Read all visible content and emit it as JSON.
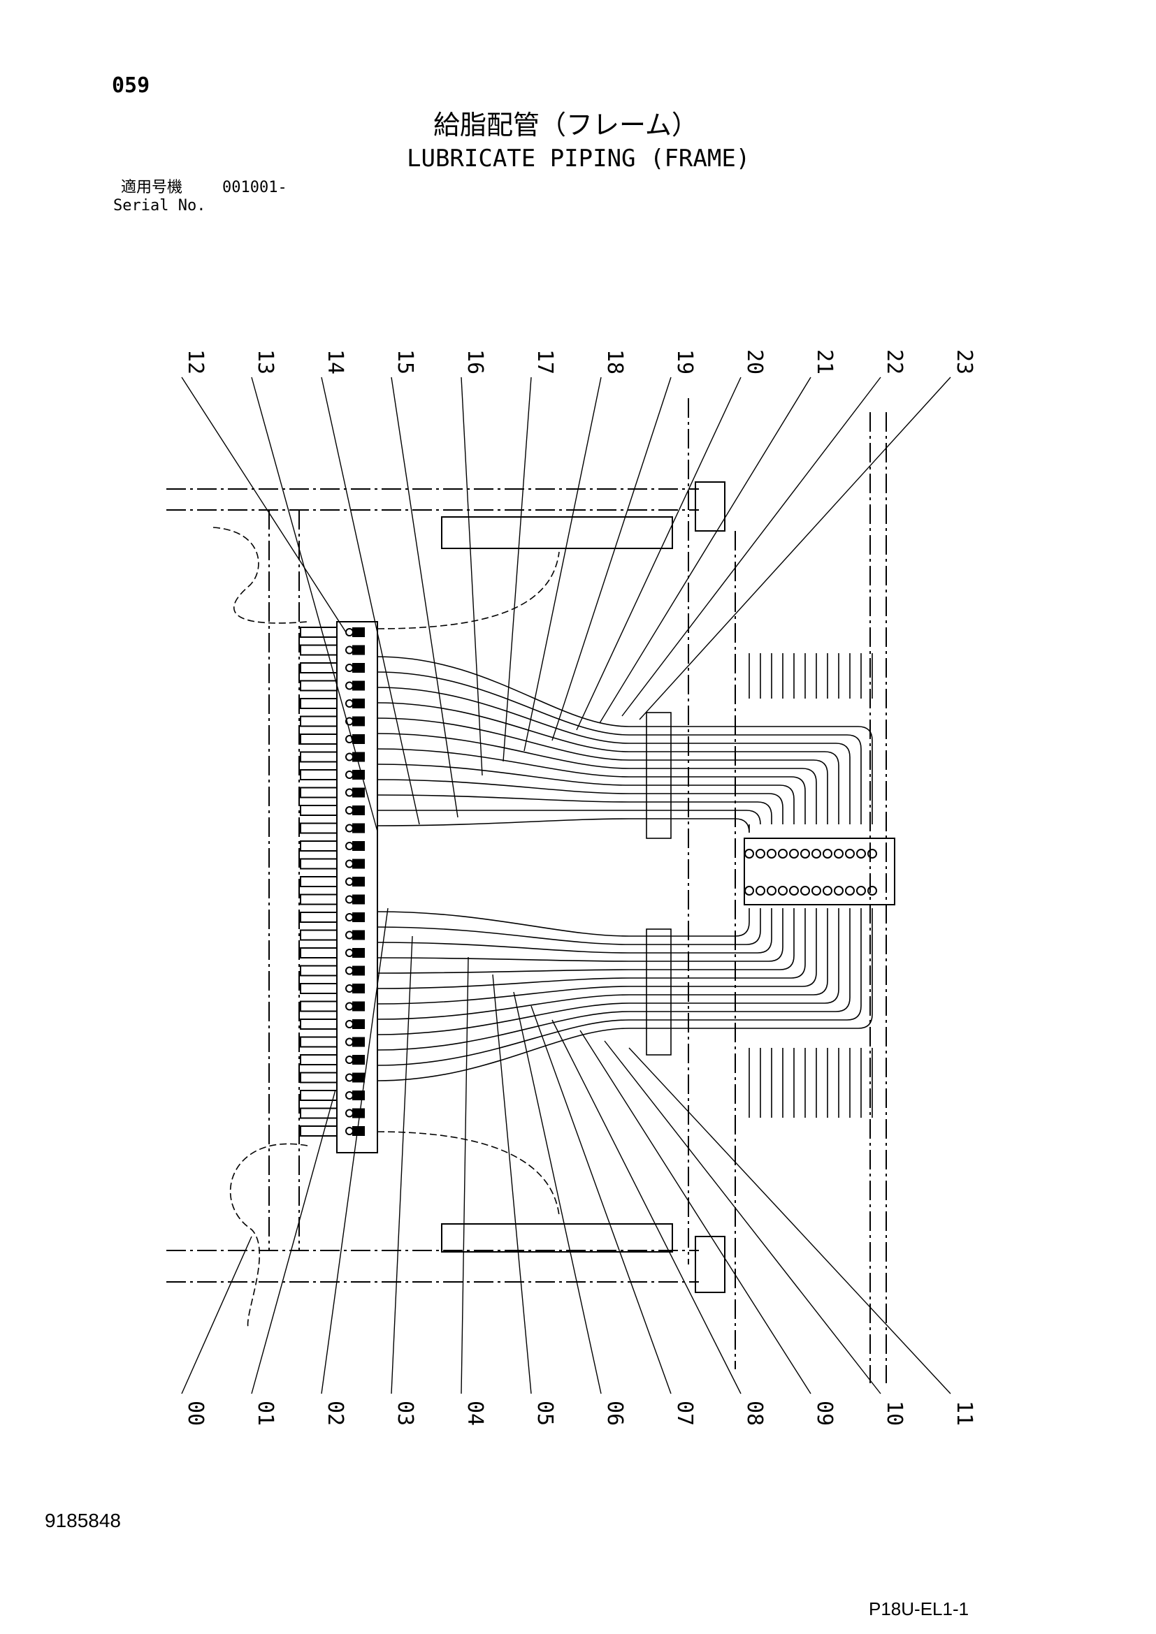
{
  "header": {
    "page_number": "059",
    "title_jp": "給脂配管（フレーム）",
    "title_en": "LUBRICATE PIPING (FRAME)",
    "serial_label_jp": "適用号機",
    "serial_value": "001001-",
    "serial_label_en": "Serial No."
  },
  "footer": {
    "document_number": "9185848",
    "reference_code": "P18U-EL1-1"
  },
  "diagram": {
    "callouts_top": [
      "12",
      "13",
      "14",
      "15",
      "16",
      "17",
      "18",
      "19",
      "20",
      "21",
      "22",
      "23"
    ],
    "callouts_bottom": [
      "00",
      "01",
      "02",
      "03",
      "04",
      "05",
      "06",
      "07",
      "08",
      "09",
      "10",
      "11"
    ]
  }
}
